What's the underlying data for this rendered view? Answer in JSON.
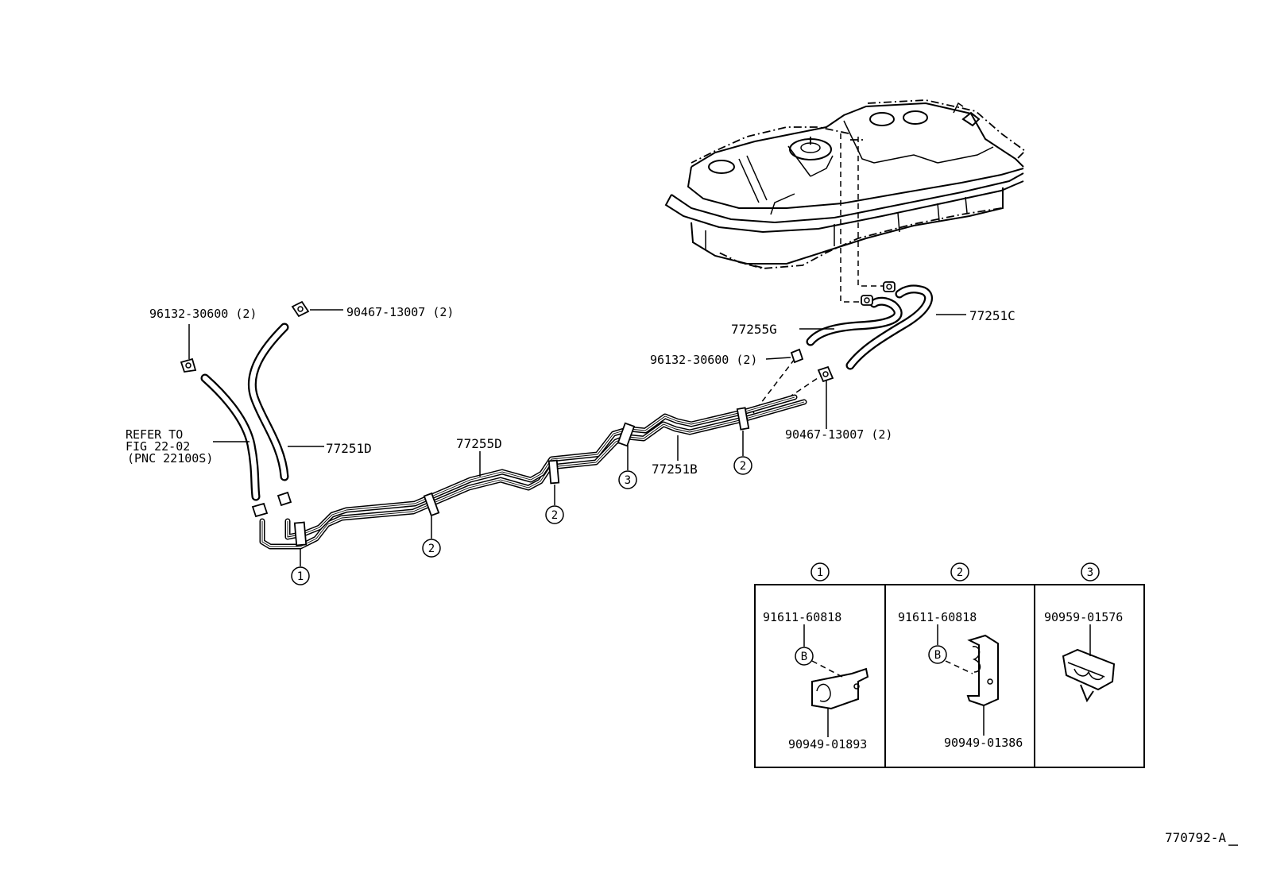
{
  "parts": {
    "p77251c": "77251C",
    "p77255g": "77255G",
    "p77251d": "77251D",
    "p77255d": "77255D",
    "p77251b": "77251B",
    "clip_left": "96132-30600 (2)",
    "clamp_left": "90467-13007 (2)",
    "clip_right": "96132-30600 (2)",
    "clamp_right": "90467-13007 (2)"
  },
  "refer": {
    "line1": "REFER TO",
    "line2": "FIG 22-02",
    "line3": "(PNC 22100S)"
  },
  "callouts": {
    "c1": "1",
    "c2": "2",
    "c3": "3"
  },
  "detail_panels": [
    {
      "header": "1",
      "top_part": "91611-60818",
      "bolt": "B",
      "bottom_part": "90949-01893"
    },
    {
      "header": "2",
      "top_part": "91611-60818",
      "bolt": "B",
      "bottom_part": "90949-01386"
    },
    {
      "header": "3",
      "top_part": "90959-01576"
    }
  ],
  "figure_id": "770792-A"
}
